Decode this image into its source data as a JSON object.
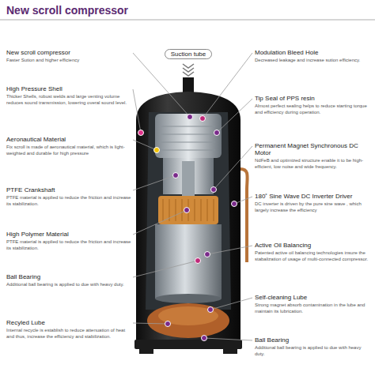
{
  "diagram": {
    "title": "New scroll compressor",
    "nodes": [
      {
        "text": [
          "Suction tube"
        ]
      }
    ],
    "labels": [
      "New scroll compressor",
      "Faster Sution and higher efficiency",
      "High Pressure  Shell",
      "Thicker Shells, robust welds and large venting volume reduces sound transmission, lowering overal sound level.",
      "Aeronautical Material",
      "Fix scroll is made of aeronautical material, which is light-weighted and durable for high pressure",
      "PTFE Crankshaft",
      "PTFE material is applied to reduce the friction and increase its stabilization.",
      "High Polymer Material",
      "PTFE material is applied to reduce the friction and increase its stabilization.",
      "Ball Bearing",
      "Additional ball bearing is applied to due with heavy duty.",
      "Recyled Lube",
      "Internal recycle is establish to reduce attenuation of heat and thus, increase the efficiency and stabilization.",
      "Modulation Bleed Hole",
      "Decreased leakage and increase sution efficiency.",
      "Tip Seal of PPS resin",
      "Almost perfect sealing helps to reduce starting torque and efficiency during operation.",
      "Permanent Magnet Synchronous DC Motor",
      "NdFeB and optimized structure enable it to be high-efficient, low noise and wide frequency.",
      "180˚ Sine Wave DC Inverter Driver",
      "DC inverter is driven by the pure sine wave , which largely increase the efficiency",
      "Active Oil Balancing",
      "Patented active oil balancing technologies insure the stabalization of usage of multi-connected compressor.",
      "Self-cleaning Lube",
      "Strong magnet absorb contamination in the lube and maintain its lubrication.",
      "Ball Bearing",
      "Additional ball bearing is applied to due with heavy duty."
    ]
  }
}
